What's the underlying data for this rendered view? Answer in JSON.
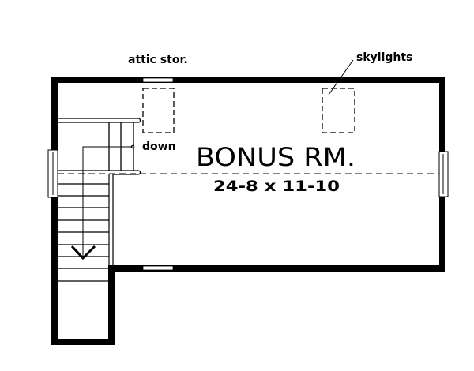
{
  "plan": {
    "room_name": "BONUS RM.",
    "room_dimensions": "24-8 x 11-10",
    "labels": {
      "attic": "attic stor.",
      "skylights": "skylights",
      "stairs": "down"
    }
  },
  "colors": {
    "line": "#000000",
    "background": "#ffffff"
  }
}
